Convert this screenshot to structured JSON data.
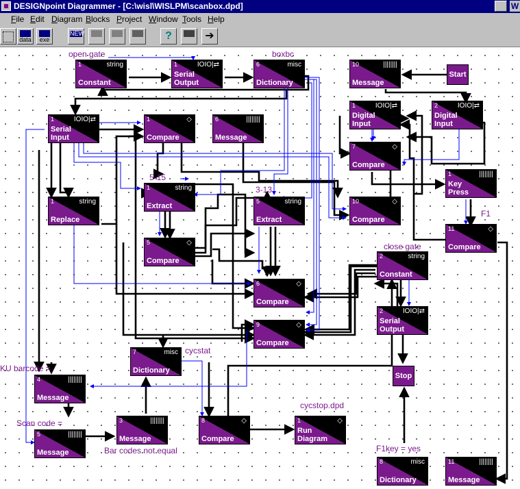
{
  "window": {
    "title": "DESIGNpoint Diagrammer - [C:\\wisl\\WISLPM\\scanbox.dpd]"
  },
  "menu": [
    "File",
    "Edit",
    "Diagram",
    "Blocks",
    "Project",
    "Window",
    "Tools",
    "Help"
  ],
  "toolbar": {
    "data_label": "data",
    "exe_label": "exe",
    "new_label": "NEW",
    "help_label": "?"
  },
  "blocks": [
    {
      "id": "b_constant_open",
      "num": "1",
      "tag": "string",
      "name": "Constant",
      "icon": "string-icon"
    },
    {
      "id": "b_serial_output_1",
      "num": "1",
      "tag": "",
      "name": "Serial Output",
      "icon": "serial-icon"
    },
    {
      "id": "b_dictionary_boxbc",
      "num": "6",
      "tag": "misc",
      "name": "Dictionary",
      "icon": ""
    },
    {
      "id": "b_message_10",
      "num": "10",
      "tag": "",
      "name": "Message",
      "icon": "barcode-icon"
    },
    {
      "id": "b_serial_input",
      "num": "1",
      "tag": "",
      "name": "Serial Input",
      "icon": "serial-icon"
    },
    {
      "id": "b_compare_1",
      "num": "1",
      "tag": "",
      "name": "Compare",
      "icon": "compare-icon"
    },
    {
      "id": "b_message_6",
      "num": "6",
      "tag": "",
      "name": "Message",
      "icon": "barcode-icon"
    },
    {
      "id": "b_digital_input_1",
      "num": "1",
      "tag": "",
      "name": "Digital Input",
      "icon": "serial-icon"
    },
    {
      "id": "b_digital_input_2",
      "num": "2",
      "tag": "",
      "name": "Digital Input",
      "icon": "serial-icon"
    },
    {
      "id": "b_compare_7",
      "num": "7",
      "tag": "",
      "name": "Compare",
      "icon": "compare-icon"
    },
    {
      "id": "b_key_press",
      "num": "1",
      "tag": "",
      "name": "Key Press",
      "icon": "barcode-icon"
    },
    {
      "id": "b_extract_515",
      "num": "1",
      "tag": "string",
      "name": "Extract",
      "icon": "string-icon"
    },
    {
      "id": "b_replace",
      "num": "1",
      "tag": "string",
      "name": "Replace",
      "icon": "string-icon"
    },
    {
      "id": "b_extract_313",
      "num": "5",
      "tag": "string",
      "name": "Extract",
      "icon": "string-icon"
    },
    {
      "id": "b_compare_10",
      "num": "10",
      "tag": "",
      "name": "Compare",
      "icon": "compare-icon"
    },
    {
      "id": "b_compare_11",
      "num": "11",
      "tag": "",
      "name": "Compare",
      "icon": "compare-icon"
    },
    {
      "id": "b_compare_5",
      "num": "5",
      "tag": "",
      "name": "Compare",
      "icon": "compare-icon"
    },
    {
      "id": "b_constant_close",
      "num": "2",
      "tag": "string",
      "name": "Constant",
      "icon": "string-icon"
    },
    {
      "id": "b_compare_6",
      "num": "6",
      "tag": "",
      "name": "Compare",
      "icon": "compare-icon"
    },
    {
      "id": "b_serial_output_2",
      "num": "2",
      "tag": "",
      "name": "Serial Output",
      "icon": "serial-icon"
    },
    {
      "id": "b_compare_9",
      "num": "9",
      "tag": "",
      "name": "Compare",
      "icon": "compare-icon"
    },
    {
      "id": "b_dictionary_cycstat",
      "num": "7",
      "tag": "misc",
      "name": "Dictionary",
      "icon": ""
    },
    {
      "id": "b_message_4",
      "num": "4",
      "tag": "",
      "name": "Message",
      "icon": "barcode-icon"
    },
    {
      "id": "b_message_5",
      "num": "5",
      "tag": "",
      "name": "Message",
      "icon": "barcode-icon"
    },
    {
      "id": "b_message_3",
      "num": "3",
      "tag": "",
      "name": "Message",
      "icon": "barcode-icon"
    },
    {
      "id": "b_compare_8",
      "num": "8",
      "tag": "",
      "name": "Compare",
      "icon": "compare-icon"
    },
    {
      "id": "b_run_diagram",
      "num": "1",
      "tag": "",
      "name": "Run Diagram",
      "icon": "run-icon"
    },
    {
      "id": "b_dictionary_f1key",
      "num": "8",
      "tag": "misc",
      "name": "Dictionary",
      "icon": ""
    },
    {
      "id": "b_message_11",
      "num": "11",
      "tag": "",
      "name": "Message",
      "icon": "barcode-icon"
    }
  ],
  "terminals": {
    "start": "Start",
    "stop": "Stop"
  },
  "labels": {
    "open_gate": "open gate",
    "boxbc": "boxbc",
    "range_515": "5-15",
    "range_313": "3-13",
    "f1": "F1",
    "close_gate": "close gate",
    "cycstat": "cycstat",
    "ku_barcode": "KU barcode =",
    "scan_code": "Scan code =",
    "cycstop": "cycstop.dpd",
    "bar_codes_not_equal": "Bar codes not equal",
    "f1key": "F1key = yes"
  },
  "colors": {
    "block_purple": "#7a1a8c",
    "label_purple": "#7a1a8c",
    "titlebar": "#000080",
    "wire_blue": "#0000ff"
  }
}
